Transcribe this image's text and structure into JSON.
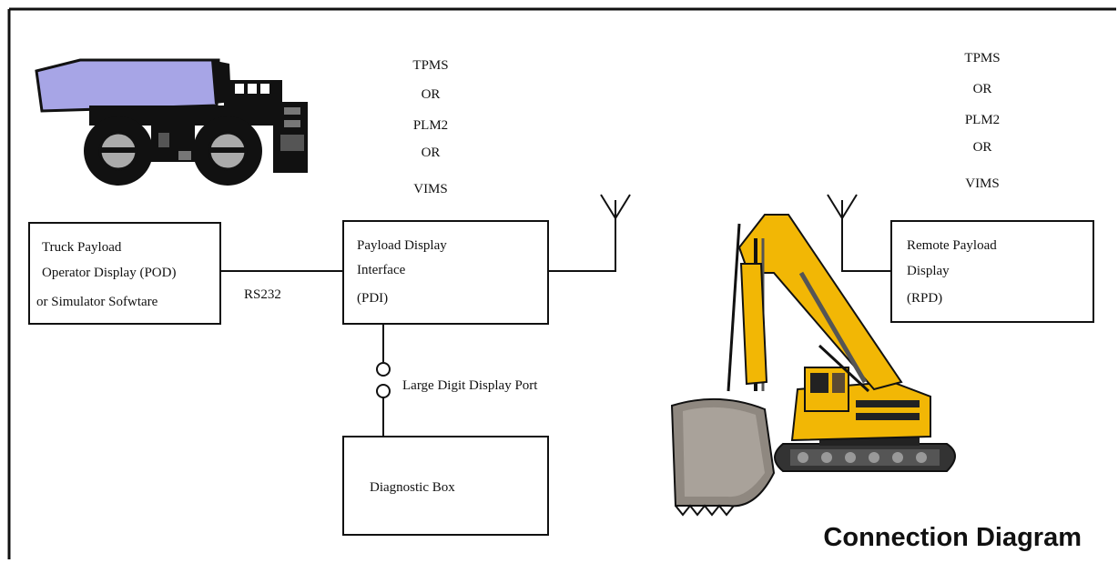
{
  "labels": {
    "pdi_options": [
      "TPMS",
      "OR",
      "PLM2",
      "OR",
      "VIMS"
    ],
    "rpd_options": [
      "TPMS",
      "OR",
      "PLM2",
      "OR",
      "VIMS"
    ],
    "pod_box": [
      "Truck Payload",
      "Operator Display (POD)",
      "or Simulator Sofwtare"
    ],
    "pdi_box": [
      "Payload Display",
      "Interface",
      "(PDI)"
    ],
    "rpd_box": [
      "Remote Payload",
      "Display",
      "(RPD)"
    ],
    "diag_box": "Diagnostic Box",
    "rs232": "RS232",
    "port": "Large Digit Display Port",
    "title": "Connection Diagram"
  },
  "icons": {
    "truck": "haul-truck-icon",
    "excavator": "excavator-icon",
    "antenna": "antenna-icon"
  },
  "colors": {
    "truck_body": "#a7a5e6",
    "excavator_yellow": "#f2b705",
    "bucket_gray": "#8f8880"
  }
}
